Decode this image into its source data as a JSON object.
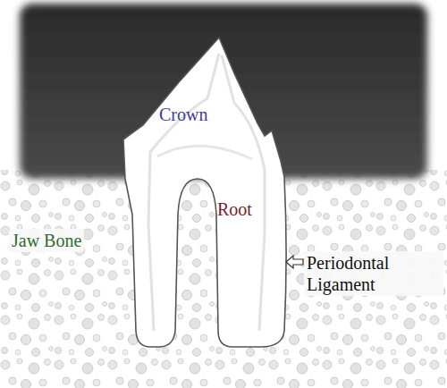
{
  "diagram": {
    "labels": [
      "Crown",
      "Root",
      "Jaw Bone",
      "Periodontal Ligament"
    ]
  }
}
